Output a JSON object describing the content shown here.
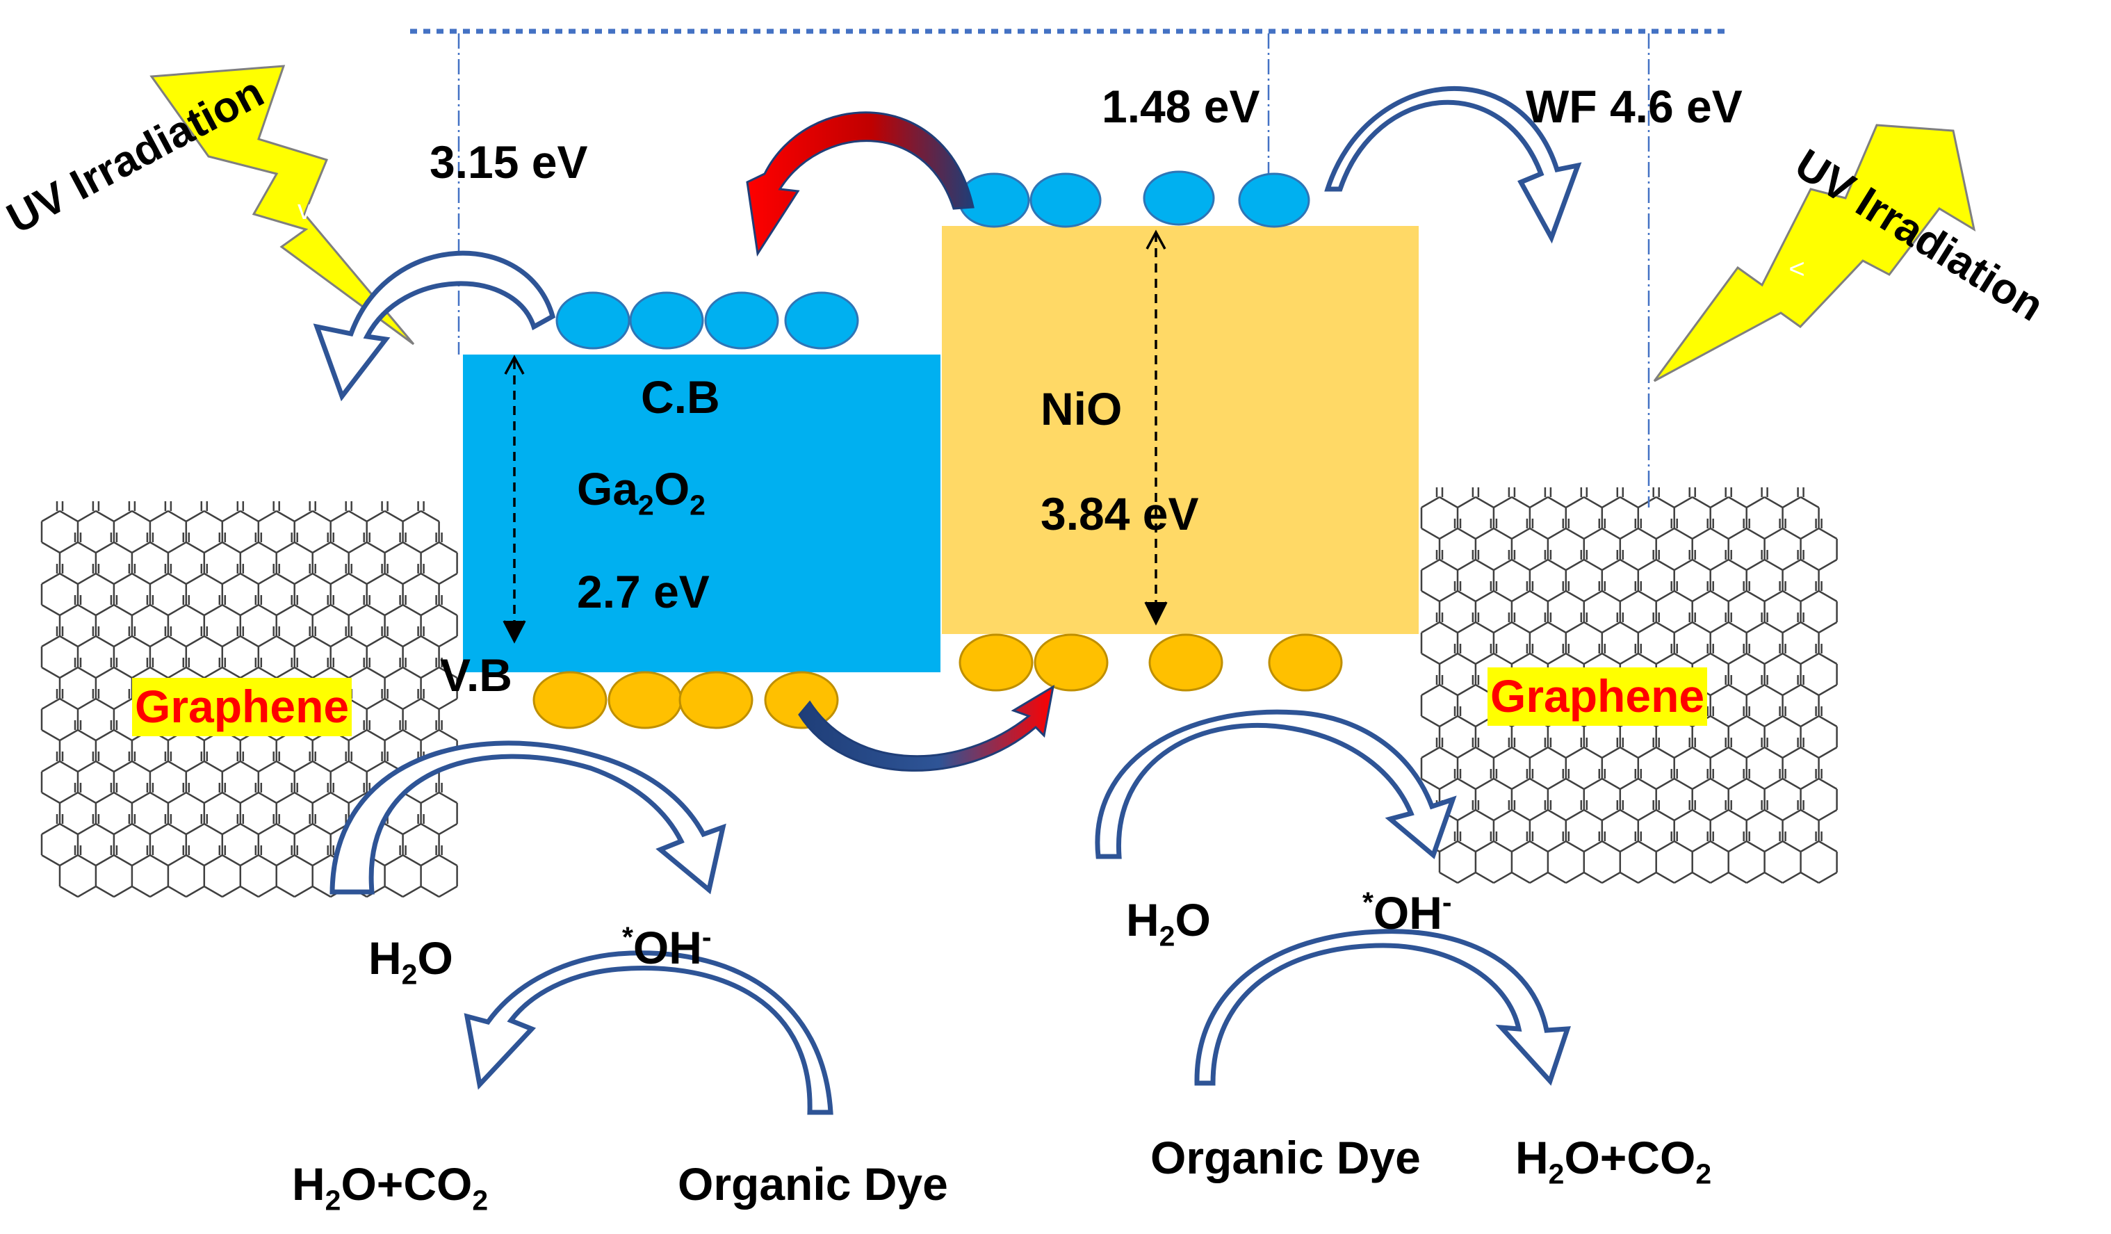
{
  "labels": {
    "ga_gap": "3.15 eV",
    "nio_cb_level": "1.48 eV",
    "work_function": "WF 4.6 eV",
    "uv_left": "UV Irradiation",
    "uv_right": "UV Irradiation",
    "cb": "C.B",
    "vb": "V.B",
    "ga_formula": {
      "p1": "Ga",
      "s1": "2",
      "p2": "O",
      "s2": "2"
    },
    "ga_bandgap": "2.7 eV",
    "nio": "NiO",
    "nio_bandgap": "3.84 eV",
    "graphene_left": "Graphene",
    "graphene_right": "Graphene",
    "left_water": {
      "p1": "H",
      "s1": "2",
      "p2": "O"
    },
    "left_radical": {
      "sup1": "*",
      "p1": "OH",
      "sup2": "-"
    },
    "left_product": {
      "p1": "H",
      "s1": "2",
      "p2": "O+CO",
      "s2": "2"
    },
    "left_dye": "Organic Dye",
    "right_water": {
      "p1": "H",
      "s1": "2",
      "p2": "O"
    },
    "right_radical": {
      "sup1": "*",
      "p1": "OH",
      "sup2": "-"
    },
    "right_dye": "Organic Dye",
    "right_product": {
      "p1": "H",
      "s1": "2",
      "p2": "O+CO",
      "s2": "2"
    },
    "bolt_left_mark": "v",
    "bolt_right_mark": "<"
  },
  "colors": {
    "ga2o3_block": "#00b0f0",
    "nio_block": "#ffd966",
    "electron": "#00b0f0",
    "hole": "#ffc000",
    "lightning": "#ffff00",
    "lightning_outline": "#7f7f7f",
    "transfer_arrow": "#ff0000",
    "process_arrow": "#2e5496",
    "graphene_lattice": "#404040",
    "graphene_label_bg": "#ffff00",
    "graphene_label_text": "#ff0000",
    "reference_line": "#4472c4"
  }
}
